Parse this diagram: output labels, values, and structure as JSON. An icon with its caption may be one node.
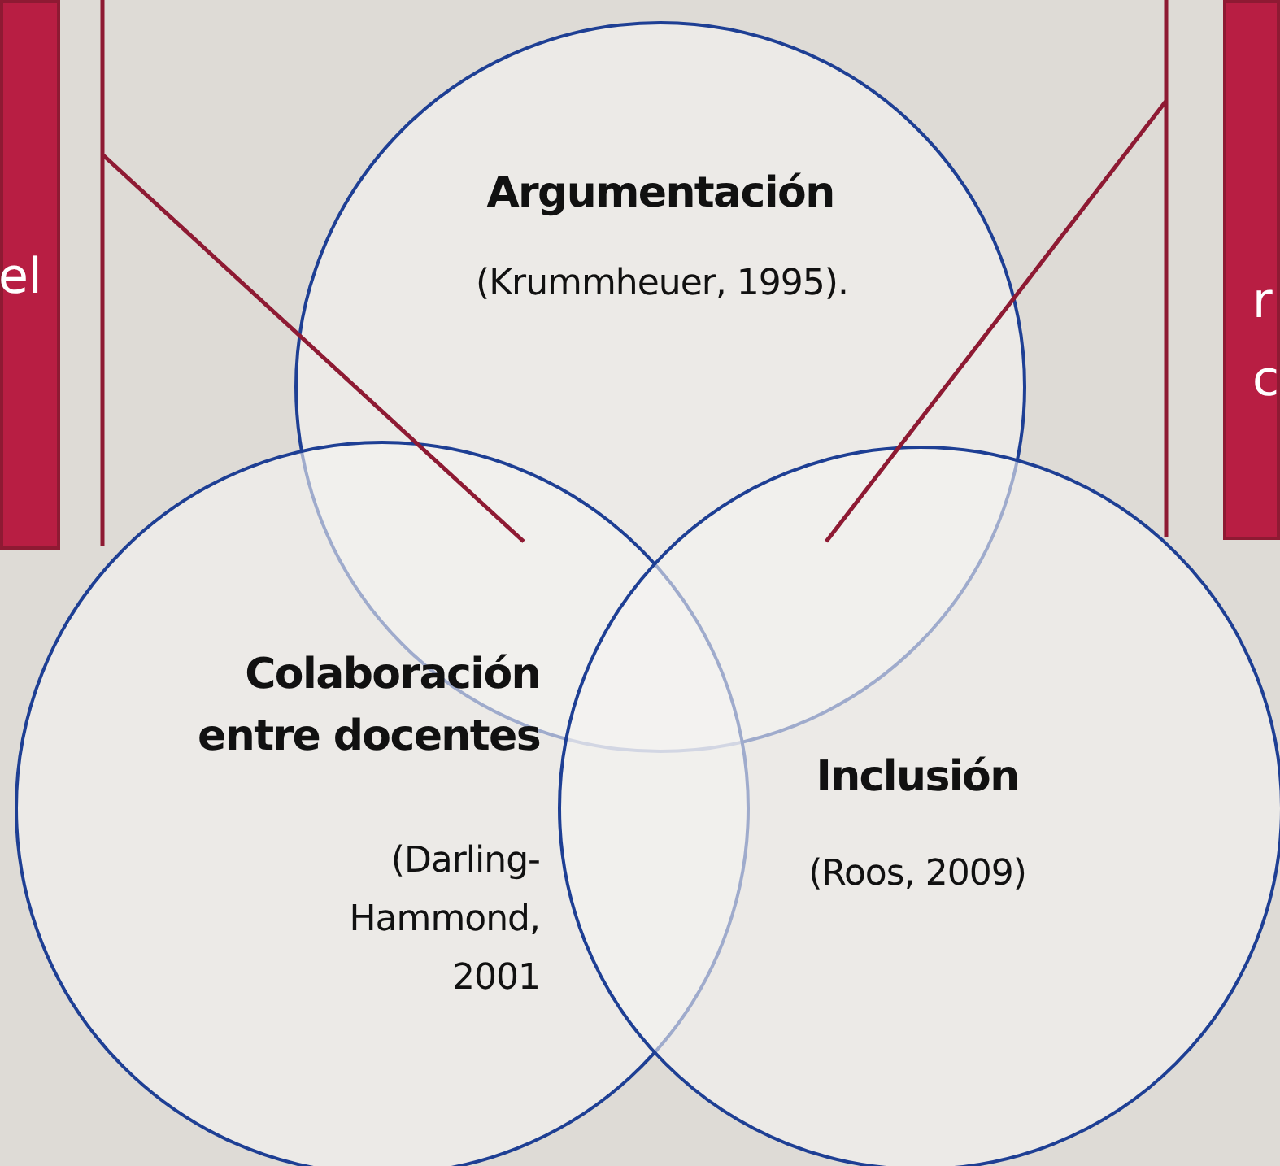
{
  "diagram": {
    "nodes": [
      {
        "text": [
          "el"
        ]
      },
      {
        "text": [
          "r c"
        ]
      },
      {
        "text": [
          "Argumentación",
          "(Krummheuer, 1995)."
        ]
      },
      {
        "text": [
          "Colaboración entre docentes",
          "(Darling- Hammond, 2001"
        ]
      },
      {
        "text": [
          "Inclusión",
          "(Roos, 2009)"
        ]
      }
    ],
    "edges": [
      {
        "from": 0,
        "to": 2,
        "arrow": "none"
      },
      {
        "from": 1,
        "to": 4,
        "arrow": "none"
      }
    ]
  }
}
